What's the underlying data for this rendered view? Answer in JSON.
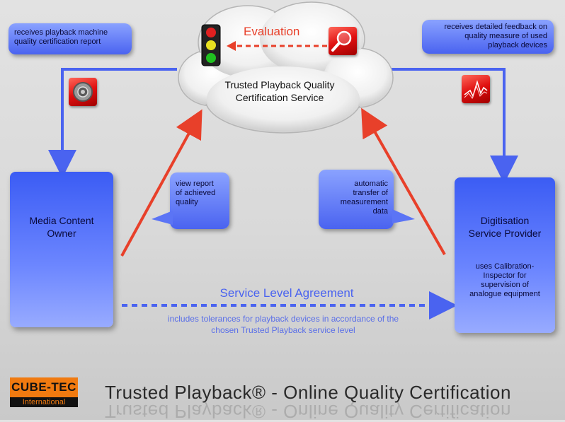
{
  "cloud": {
    "title_line1": "Trusted Playback Quality",
    "title_line2": "Certification Service",
    "evaluation_label": "Evaluation"
  },
  "left_bubble": {
    "line1": "receives playback machine",
    "line2": "quality certification report"
  },
  "right_bubble": {
    "line1": "receives detailed feedback on",
    "line2": "quality measure of used",
    "line3": "playback devices"
  },
  "view_bubble": {
    "line1": "view report",
    "line2": "of achieved",
    "line3": "quality"
  },
  "auto_bubble": {
    "line1": "automatic",
    "line2": "transfer of",
    "line3": "measurement",
    "line4": "data"
  },
  "media_owner": {
    "line1": "Media Content",
    "line2": "Owner"
  },
  "provider": {
    "line1": "Digitisation",
    "line2": "Service Provider",
    "note1": "uses Calibration-",
    "note2": "Inspector for",
    "note3": "supervision of",
    "note4": "analogue equipment"
  },
  "sla": {
    "title": "Service Level Agreement",
    "desc1": "includes tolerances for playback devices in accordance of the",
    "desc2": "chosen Trusted Playback service level"
  },
  "footer": {
    "title": "Trusted Playback® - Online Quality Certification",
    "logo_top": "CUBE-TEC",
    "logo_bottom": "International"
  },
  "colors": {
    "blue": "#4a63f0",
    "red": "#e8402a",
    "box_blue": "#3b5cf4"
  }
}
